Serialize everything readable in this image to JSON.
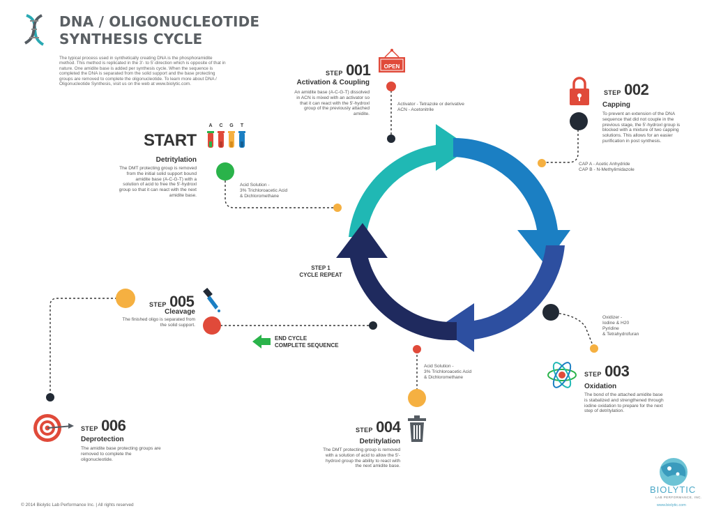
{
  "header": {
    "title_line1": "DNA / OLIGONUCLEOTIDE",
    "title_line2": "SYNTHESIS CYCLE",
    "intro": "The typical process used in synthetically creating DNA is the phosphoramidite method. This method is replicated in the 3'- to 5'-direction which is opposite of that in nature. One amidite base is added per synthesis cycle. When the sequence is completed the DNA is separated from the solid support and the base protecting groups are removed to complete the oligonucleotide. To learn more about DNA / Oligonucleotide Synthesis, visit us on the web at www.biolytic.com."
  },
  "start": {
    "label": "START",
    "subtitle": "Detritylation",
    "text": "The DMT protecting group is removed from the initial solid support bound amidite base (A-C-G-T) with a solution of acid to free the 5'-hydroxl group so that it can react with the next amidite base.",
    "note_line1": "Acid Solution -",
    "note_line2": "3% Trichloroacetic Acid",
    "note_line3": "& Dichloromethane",
    "bases": [
      "A",
      "C",
      "G",
      "T"
    ]
  },
  "step_label": "STEP",
  "step1": {
    "number": "001",
    "subtitle": "Activation & Coupling",
    "text": "An amidite base (A-C-G-T) dissolved in ACN is mixed with an activator so that it can react with the 5'-hydroxl group of the previously attached amidite.",
    "note_line1": "Activator - Tetrazole or derivative",
    "note_line2": "ACN - Acetonitrile",
    "sign": "OPEN"
  },
  "step2": {
    "number": "002",
    "subtitle": "Capping",
    "text": "To prevent an extension of the DNA sequence that did not couple in the previous stage, the 5'-hydroxl group is blocked with a mixture of two capping solutions. This allows for an easier purification in post synthesis.",
    "note_line1": "CAP A - Acetic Anhydride",
    "note_line2": "CAP B - N-Methylimidazole"
  },
  "step3": {
    "number": "003",
    "subtitle": "Oxidation",
    "text": "The bond of the attached amidite base is stabalized and strengthened through iodine oxidation to prepare for the next step of detritylation.",
    "note_line1": "Oxidizer -",
    "note_line2": "Iodine & H20",
    "note_line3": "Pyridine",
    "note_line4": "& Tetrahydrofuran"
  },
  "step4": {
    "number": "004",
    "subtitle": "Detritylation",
    "text": "The DMT protecting group is removed with a solution of acid to allow the 5'-hydroxl group the ability to react with the next amidite base.",
    "note_line1": "Acid Solution -",
    "note_line2": "3% Trichloroacetic Acid",
    "note_line3": "& Dichloromethane"
  },
  "step5": {
    "number": "005",
    "subtitle": "Cleavage",
    "text": "The finished oligo is separated from the solid support."
  },
  "step6": {
    "number": "006",
    "subtitle": "Deprotection",
    "text": "The amidite base protecting groups are removed to complete the oligonucleotide."
  },
  "cycle": {
    "repeat_line1": "STEP 1",
    "repeat_line2": "CYCLE REPEAT",
    "end_line1": "END CYCLE",
    "end_line2": "COMPLETE SEQUENCE"
  },
  "footer": "© 2014 Biolytic Lab Performance Inc. | All rights reserved",
  "logo": {
    "name": "BIOLYTIC",
    "tagline": "LAB PERFORMANCE, INC.",
    "url": "www.biolytic.com"
  },
  "colors": {
    "teal": "#20b8b4",
    "blue": "#1b7fc3",
    "indigo": "#2d4fa0",
    "navy": "#1f2a5e",
    "red": "#e04a3a",
    "orange": "#f5b041",
    "green": "#2ab34a",
    "dark": "#222a35"
  }
}
